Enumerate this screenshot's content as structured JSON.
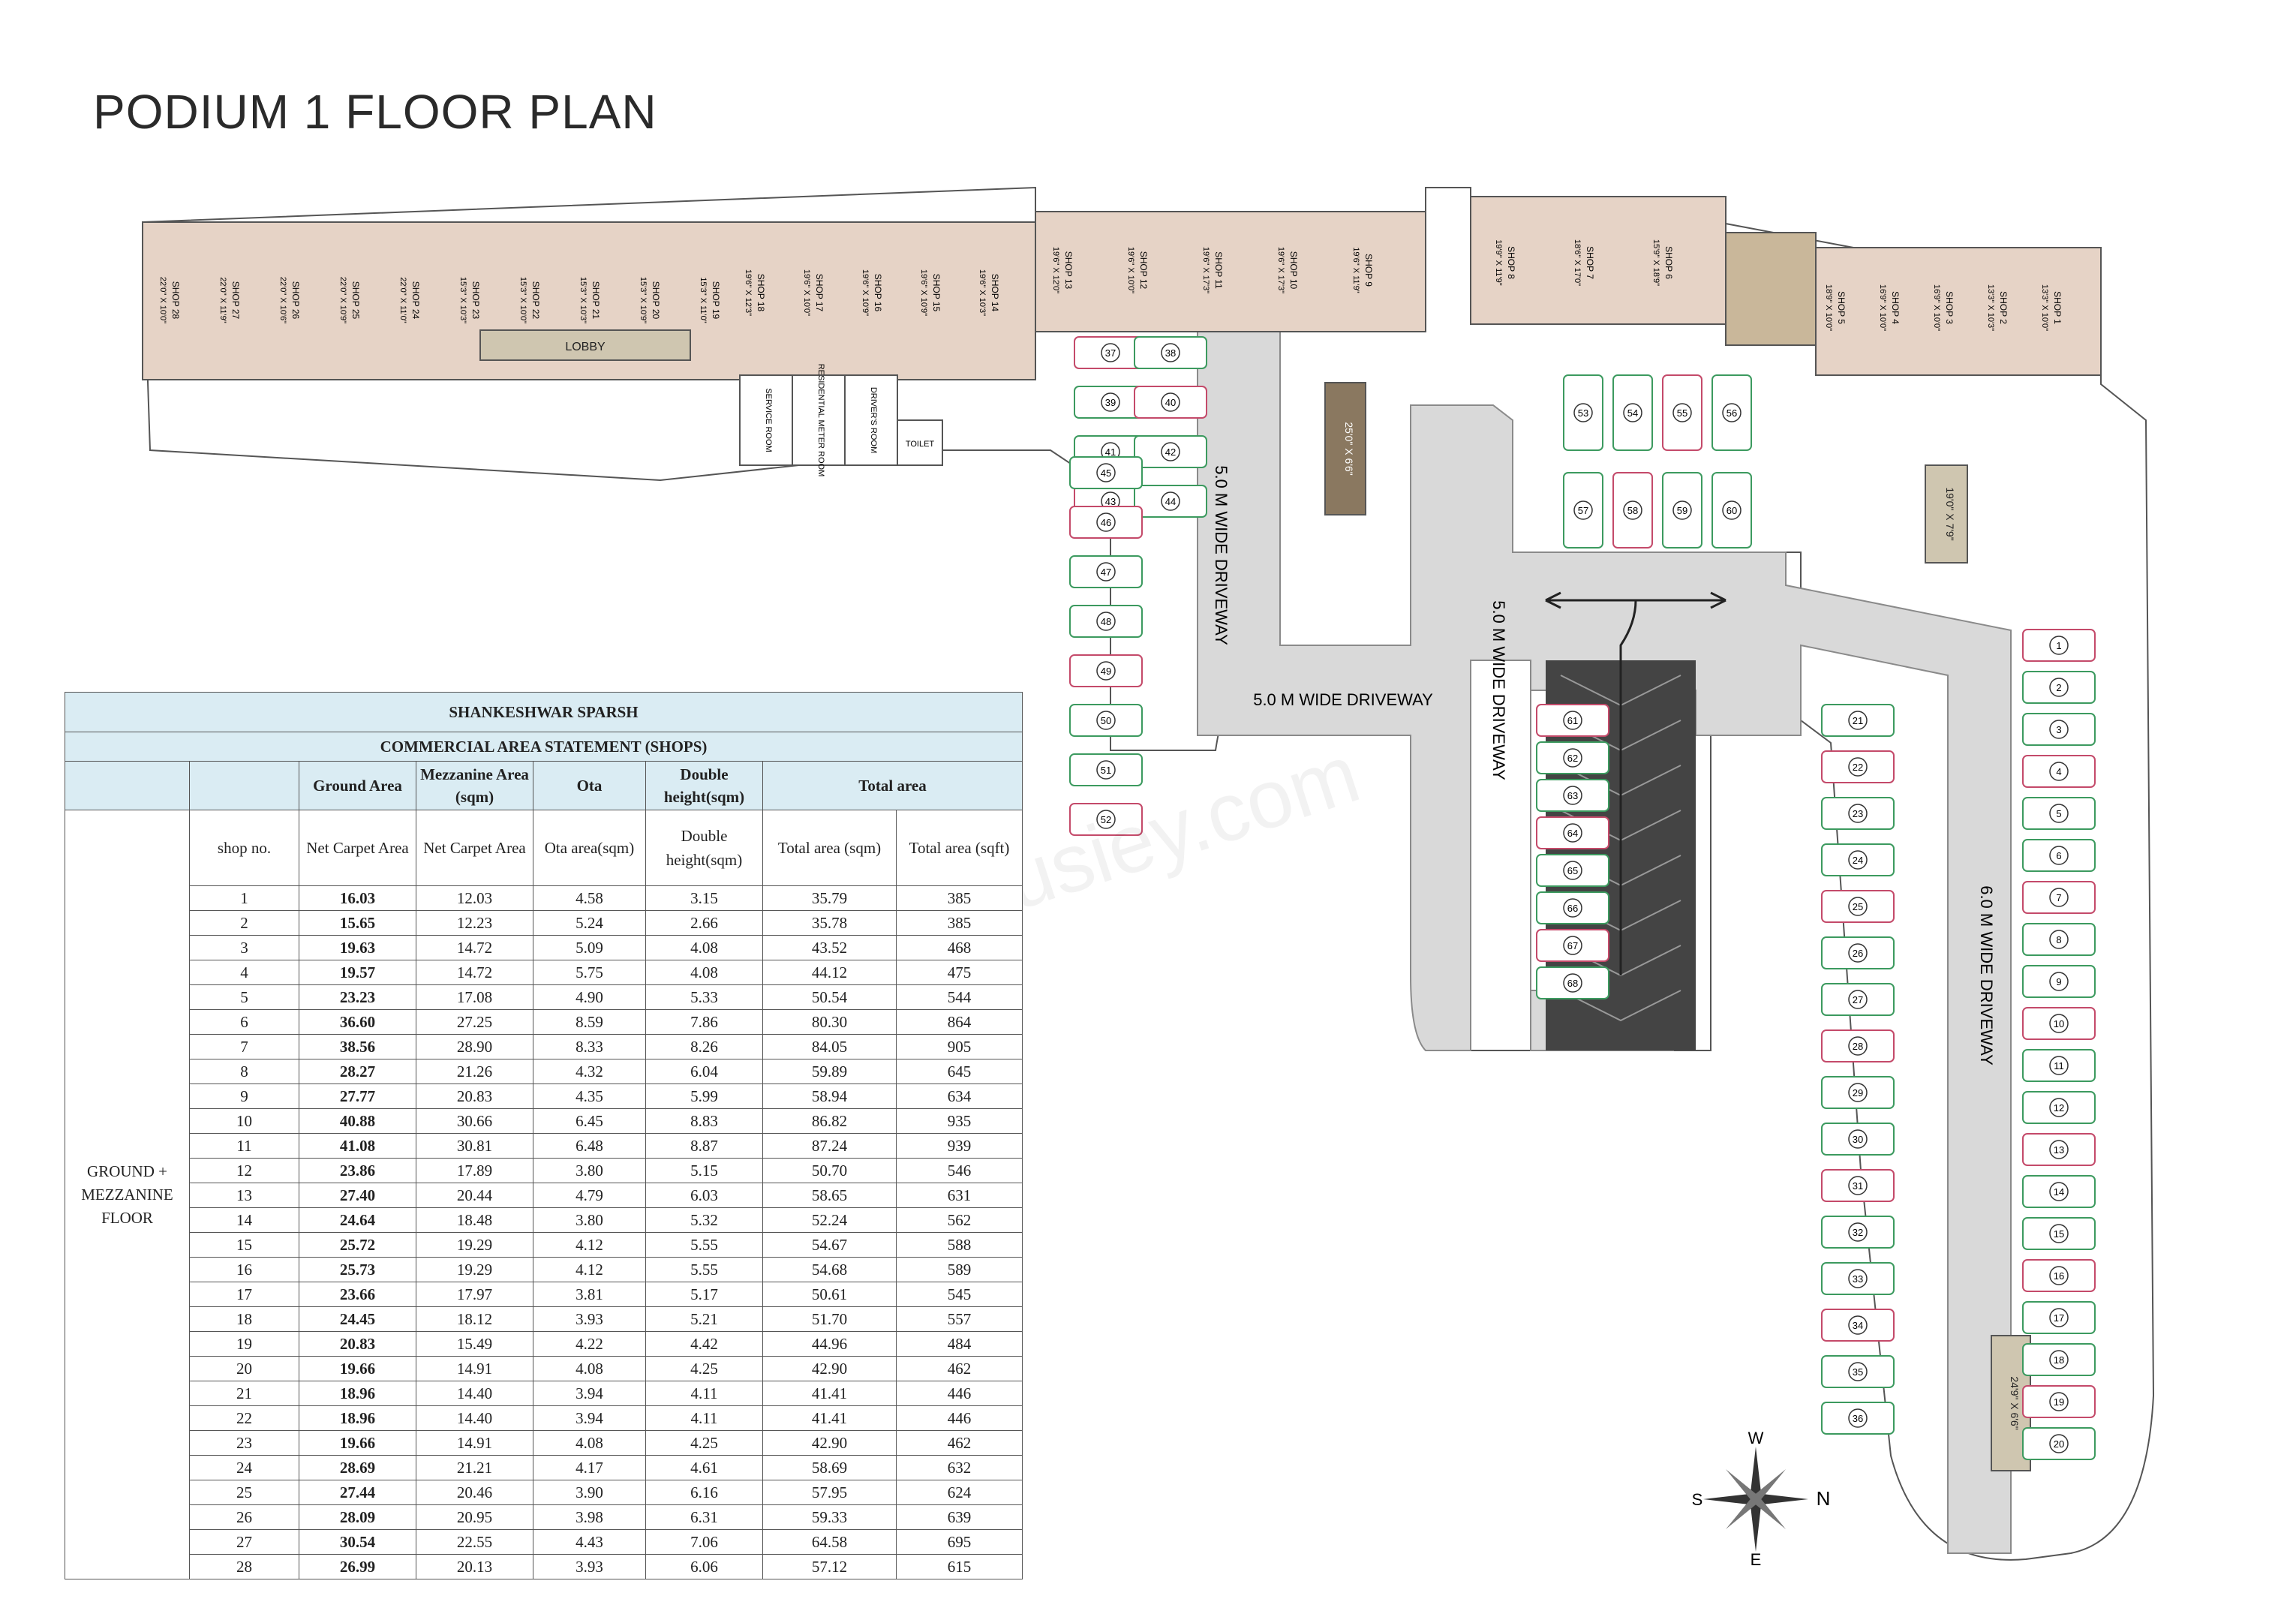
{
  "page": {
    "title": "PODIUM 1 FLOOR PLAN",
    "watermark": "Housiey.com"
  },
  "colors": {
    "shop_fill": "#e6d3c6",
    "lobby_fill": "#8a7860",
    "driveway": "#d9d9d9",
    "table_header": "#daecf3",
    "total_text": "#b0243a",
    "car_green": "#3c9a5f",
    "car_red": "#c44a6a"
  },
  "labels": {
    "driveway_5m": "5.0 M WIDE DRIVEWAY",
    "driveway_6m": "6.0 M WIDE DRIVEWAY",
    "lobby": "LOBBY",
    "lobby_center": "25'0\" X 6'6\"",
    "lobby_right": "19'0\" X 7'9\"",
    "lobby_bottom": "24'9\" X 6'6\"",
    "service_rooms": [
      "SERVICE ROOM",
      "RESIDENTIAL METER ROOM",
      "DRIVER'S ROOM"
    ],
    "toilet": "TOILET",
    "compass": {
      "n": "N",
      "s": "S",
      "e": "E",
      "w": "W"
    }
  },
  "shops": [
    {
      "label": "SHOP 28",
      "dim": "22'0\" X 10'0\""
    },
    {
      "label": "SHOP 27",
      "dim": "22'0\" X 11'9\""
    },
    {
      "label": "SHOP 26",
      "dim": "22'0\" X 10'6\""
    },
    {
      "label": "SHOP 25",
      "dim": "22'0\" X 10'9\""
    },
    {
      "label": "SHOP 24",
      "dim": "22'0\" X 11'0\""
    },
    {
      "label": "SHOP 23",
      "dim": "15'3\" X 10'3\""
    },
    {
      "label": "SHOP 22",
      "dim": "15'3\" X 10'0\""
    },
    {
      "label": "SHOP 21",
      "dim": "15'3\" X 10'3\""
    },
    {
      "label": "SHOP 20",
      "dim": "15'3\" X 10'9\""
    },
    {
      "label": "SHOP 19",
      "dim": "15'3\" X 11'0\""
    },
    {
      "label": "SHOP 18",
      "dim": "19'6\" X 12'3\""
    },
    {
      "label": "SHOP 17",
      "dim": "19'6\" X 10'0\""
    },
    {
      "label": "SHOP 16",
      "dim": "19'6\" X 10'9\""
    },
    {
      "label": "SHOP 15",
      "dim": "19'6\" X 10'9\""
    },
    {
      "label": "SHOP 14",
      "dim": "19'6\" X 10'3\""
    },
    {
      "label": "SHOP 13",
      "dim": "19'6\" X 12'0\""
    },
    {
      "label": "SHOP 12",
      "dim": "19'6\" X 10'0\""
    },
    {
      "label": "SHOP 11",
      "dim": "19'6\" X 17'3\""
    },
    {
      "label": "SHOP 10",
      "dim": "19'6\" X 17'3\""
    },
    {
      "label": "SHOP 9",
      "dim": "19'6\" X 11'9\""
    },
    {
      "label": "SHOP 8",
      "dim": "19'9\" X 11'9\""
    },
    {
      "label": "SHOP 7",
      "dim": "18'6\" X 17'0\""
    },
    {
      "label": "SHOP 6",
      "dim": "15'9\" X 18'9\""
    },
    {
      "label": "SHOP 5",
      "dim": "18'9\" X 10'0\""
    },
    {
      "label": "SHOP 4",
      "dim": "16'9\" X 10'0\""
    },
    {
      "label": "SHOP 3",
      "dim": "16'9\" X 10'0\""
    },
    {
      "label": "SHOP 2",
      "dim": "13'3\" X 10'3\""
    },
    {
      "label": "SHOP 1",
      "dim": "13'3\" X 10'0\""
    }
  ],
  "parking": [
    "1",
    "2",
    "3",
    "4",
    "5",
    "6",
    "7",
    "8",
    "9",
    "10",
    "11",
    "12",
    "13",
    "14",
    "15",
    "16",
    "17",
    "18",
    "19",
    "20",
    "21",
    "22",
    "23",
    "24",
    "25",
    "26",
    "27",
    "28",
    "29",
    "30",
    "31",
    "32",
    "33",
    "34",
    "35",
    "36",
    "37",
    "38",
    "39",
    "40",
    "41",
    "42",
    "43",
    "44",
    "45",
    "46",
    "47",
    "48",
    "49",
    "50",
    "51",
    "52",
    "53",
    "54",
    "55",
    "56",
    "57",
    "58",
    "59",
    "60",
    "61",
    "62",
    "63",
    "64",
    "65",
    "66",
    "67",
    "68"
  ],
  "table": {
    "title": "SHANKESHWAR SPARSH",
    "subtitle": "COMMERCIAL AREA STATEMENT (SHOPS)",
    "group_headers": [
      "Ground Area",
      "Mezzanine Area (sqm)",
      "Ota",
      "Double height(sqm)",
      "Total area"
    ],
    "columns": [
      "shop no.",
      "Net Carpet Area",
      "Net Carpet Area",
      "Ota area(sqm)",
      "Double height(sqm)",
      "Total area (sqm)",
      "Total area (sqft)"
    ],
    "floor_label": "GROUND + MEZZANINE FLOOR",
    "rows": [
      [
        "1",
        "16.03",
        "12.03",
        "4.58",
        "3.15",
        "35.79",
        "385"
      ],
      [
        "2",
        "15.65",
        "12.23",
        "5.24",
        "2.66",
        "35.78",
        "385"
      ],
      [
        "3",
        "19.63",
        "14.72",
        "5.09",
        "4.08",
        "43.52",
        "468"
      ],
      [
        "4",
        "19.57",
        "14.72",
        "5.75",
        "4.08",
        "44.12",
        "475"
      ],
      [
        "5",
        "23.23",
        "17.08",
        "4.90",
        "5.33",
        "50.54",
        "544"
      ],
      [
        "6",
        "36.60",
        "27.25",
        "8.59",
        "7.86",
        "80.30",
        "864"
      ],
      [
        "7",
        "38.56",
        "28.90",
        "8.33",
        "8.26",
        "84.05",
        "905"
      ],
      [
        "8",
        "28.27",
        "21.26",
        "4.32",
        "6.04",
        "59.89",
        "645"
      ],
      [
        "9",
        "27.77",
        "20.83",
        "4.35",
        "5.99",
        "58.94",
        "634"
      ],
      [
        "10",
        "40.88",
        "30.66",
        "6.45",
        "8.83",
        "86.82",
        "935"
      ],
      [
        "11",
        "41.08",
        "30.81",
        "6.48",
        "8.87",
        "87.24",
        "939"
      ],
      [
        "12",
        "23.86",
        "17.89",
        "3.80",
        "5.15",
        "50.70",
        "546"
      ],
      [
        "13",
        "27.40",
        "20.44",
        "4.79",
        "6.03",
        "58.65",
        "631"
      ],
      [
        "14",
        "24.64",
        "18.48",
        "3.80",
        "5.32",
        "52.24",
        "562"
      ],
      [
        "15",
        "25.72",
        "19.29",
        "4.12",
        "5.55",
        "54.67",
        "588"
      ],
      [
        "16",
        "25.73",
        "19.29",
        "4.12",
        "5.55",
        "54.68",
        "589"
      ],
      [
        "17",
        "23.66",
        "17.97",
        "3.81",
        "5.17",
        "50.61",
        "545"
      ],
      [
        "18",
        "24.45",
        "18.12",
        "3.93",
        "5.21",
        "51.70",
        "557"
      ],
      [
        "19",
        "20.83",
        "15.49",
        "4.22",
        "4.42",
        "44.96",
        "484"
      ],
      [
        "20",
        "19.66",
        "14.91",
        "4.08",
        "4.25",
        "42.90",
        "462"
      ],
      [
        "21",
        "18.96",
        "14.40",
        "3.94",
        "4.11",
        "41.41",
        "446"
      ],
      [
        "22",
        "18.96",
        "14.40",
        "3.94",
        "4.11",
        "41.41",
        "446"
      ],
      [
        "23",
        "19.66",
        "14.91",
        "4.08",
        "4.25",
        "42.90",
        "462"
      ],
      [
        "24",
        "28.69",
        "21.21",
        "4.17",
        "4.61",
        "58.69",
        "632"
      ],
      [
        "25",
        "27.44",
        "20.46",
        "3.90",
        "6.16",
        "57.95",
        "624"
      ],
      [
        "26",
        "28.09",
        "20.95",
        "3.98",
        "6.31",
        "59.33",
        "639"
      ],
      [
        "27",
        "30.54",
        "22.55",
        "4.43",
        "7.06",
        "64.58",
        "695"
      ],
      [
        "28",
        "26.99",
        "20.13",
        "3.93",
        "6.06",
        "57.12",
        "615"
      ]
    ]
  }
}
